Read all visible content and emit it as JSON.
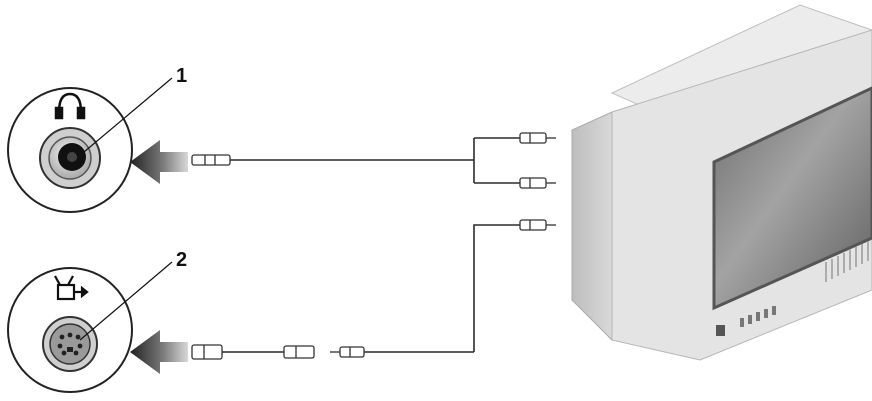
{
  "diagram": {
    "callouts": [
      {
        "number": "1",
        "port": "headphone-audio-out",
        "icon": "headphones-icon"
      },
      {
        "number": "2",
        "port": "s-video-tv-out",
        "icon": "tv-out-icon"
      }
    ],
    "device": "television",
    "colors": {
      "line": "#2b2b2b",
      "arrow_dark": "#2a2a2a",
      "arrow_light": "#bdbdbd",
      "tv_body": "#e4e4e4",
      "tv_screen": "#8c8c8c"
    }
  }
}
